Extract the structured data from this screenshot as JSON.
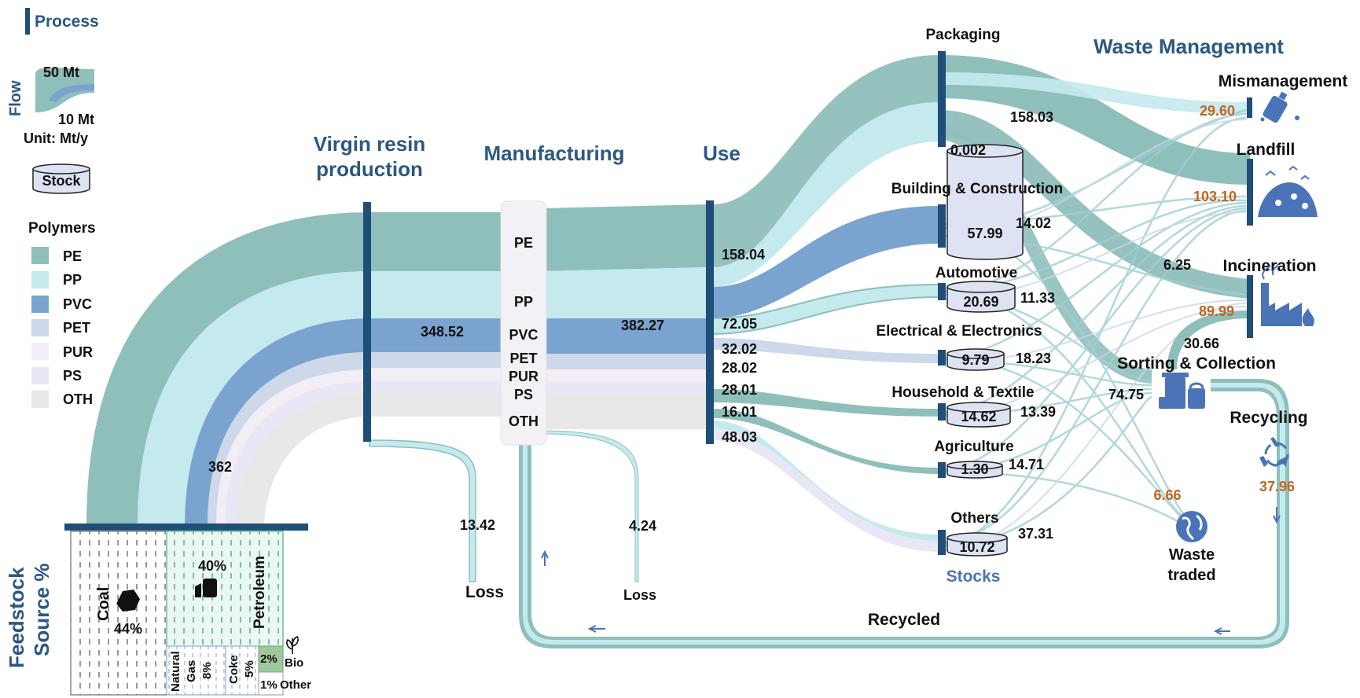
{
  "legend": {
    "process_label": "Process",
    "flow_label": "Flow",
    "flow_big": "50 Mt",
    "flow_small": "10 Mt",
    "unit": "Unit: Mt/y",
    "stock_label": "Stock",
    "polymers_title": "Polymers",
    "polymers": [
      {
        "name": "PE",
        "color": "#8fbfbb"
      },
      {
        "name": "PP",
        "color": "#c4eaee"
      },
      {
        "name": "PVC",
        "color": "#7ba3cf"
      },
      {
        "name": "PET",
        "color": "#cdd8ea"
      },
      {
        "name": "PUR",
        "color": "#f3eef5"
      },
      {
        "name": "PS",
        "color": "#e9e7f6"
      },
      {
        "name": "OTH",
        "color": "#e8e8e8"
      }
    ]
  },
  "stages": {
    "virgin_1": "Virgin resin",
    "virgin_2": "production",
    "manufacturing": "Manufacturing",
    "use": "Use",
    "waste_management": "Waste Management"
  },
  "manufacturing_polymers": [
    "PE",
    "PP",
    "PVC",
    "PET",
    "PUR",
    "PS",
    "OTH"
  ],
  "flows": {
    "feedstock_total": "362",
    "virgin_output": "348.52",
    "manufacturing_output": "382.27",
    "loss_virgin": "13.42",
    "loss_manufacturing": "4.24",
    "loss_label": "Loss",
    "use_by_sector": [
      "158.04",
      "72.05",
      "32.02",
      "28.02",
      "28.01",
      "16.01",
      "48.03"
    ],
    "packaging_to_waste": "158.03",
    "bc_to_waste": "14.02",
    "auto_to_waste": "11.33",
    "ee_to_waste": "18.23",
    "ht_to_waste": "13.39",
    "agri_to_waste": "14.71",
    "others_to_waste": "37.31",
    "incineration_in": "6.25",
    "sorting_to_incineration": "30.66",
    "sorting_in": "74.75",
    "recycled_label": "Recycled"
  },
  "sectors": {
    "packaging": {
      "name": "Packaging",
      "stock": "0.002"
    },
    "building": {
      "name": "Building & Construction",
      "stock": "57.99"
    },
    "automotive": {
      "name": "Automotive",
      "stock": "20.69"
    },
    "electrical": {
      "name": "Electrical & Electronics",
      "stock": "9.79"
    },
    "household": {
      "name": "Household & Textile",
      "stock": "14.62"
    },
    "agriculture": {
      "name": "Agriculture",
      "stock": "1.30"
    },
    "others": {
      "name": "Others",
      "stock": "10.72"
    },
    "stocks_label": "Stocks"
  },
  "waste": {
    "mismanagement": {
      "name": "Mismanagement",
      "value": "29.60"
    },
    "landfill": {
      "name": "Landfill",
      "value": "103.10"
    },
    "incineration": {
      "name": "Incineration",
      "value": "89.99"
    },
    "sorting": {
      "name": "Sorting & Collection"
    },
    "recycling": {
      "name": "Recycling",
      "value": "37.96"
    },
    "traded": {
      "name_1": "Waste",
      "name_2": "traded",
      "value": "6.66"
    }
  },
  "feedstock": {
    "title_1": "Feedstock",
    "title_2": "Source %",
    "coal": {
      "name": "Coal",
      "pct": "44%",
      "value": 44
    },
    "petroleum": {
      "name": "Petroleum",
      "pct": "40%",
      "value": 40
    },
    "natural_gas": {
      "name_1": "Natural",
      "name_2": "Gas",
      "pct": "8%",
      "value": 8
    },
    "coke": {
      "name": "Coke",
      "pct": "5%",
      "value": 5
    },
    "bio": {
      "name": "Bio",
      "pct": "2%",
      "value": 2
    },
    "other": {
      "name": "Other",
      "pct": "1%",
      "value": 1
    }
  },
  "colors": {
    "process_bar": "#1f4e79",
    "stage_text": "#2b5883",
    "pe": "#8fbfbb",
    "pp": "#c4eaee",
    "pvc": "#7ba3cf",
    "pet": "#cdd8ea",
    "pur": "#f3eef5",
    "ps": "#e9e7f6",
    "oth": "#e8e8e8",
    "orange_value": "#c0661d",
    "icon_blue": "#4a73b8"
  }
}
